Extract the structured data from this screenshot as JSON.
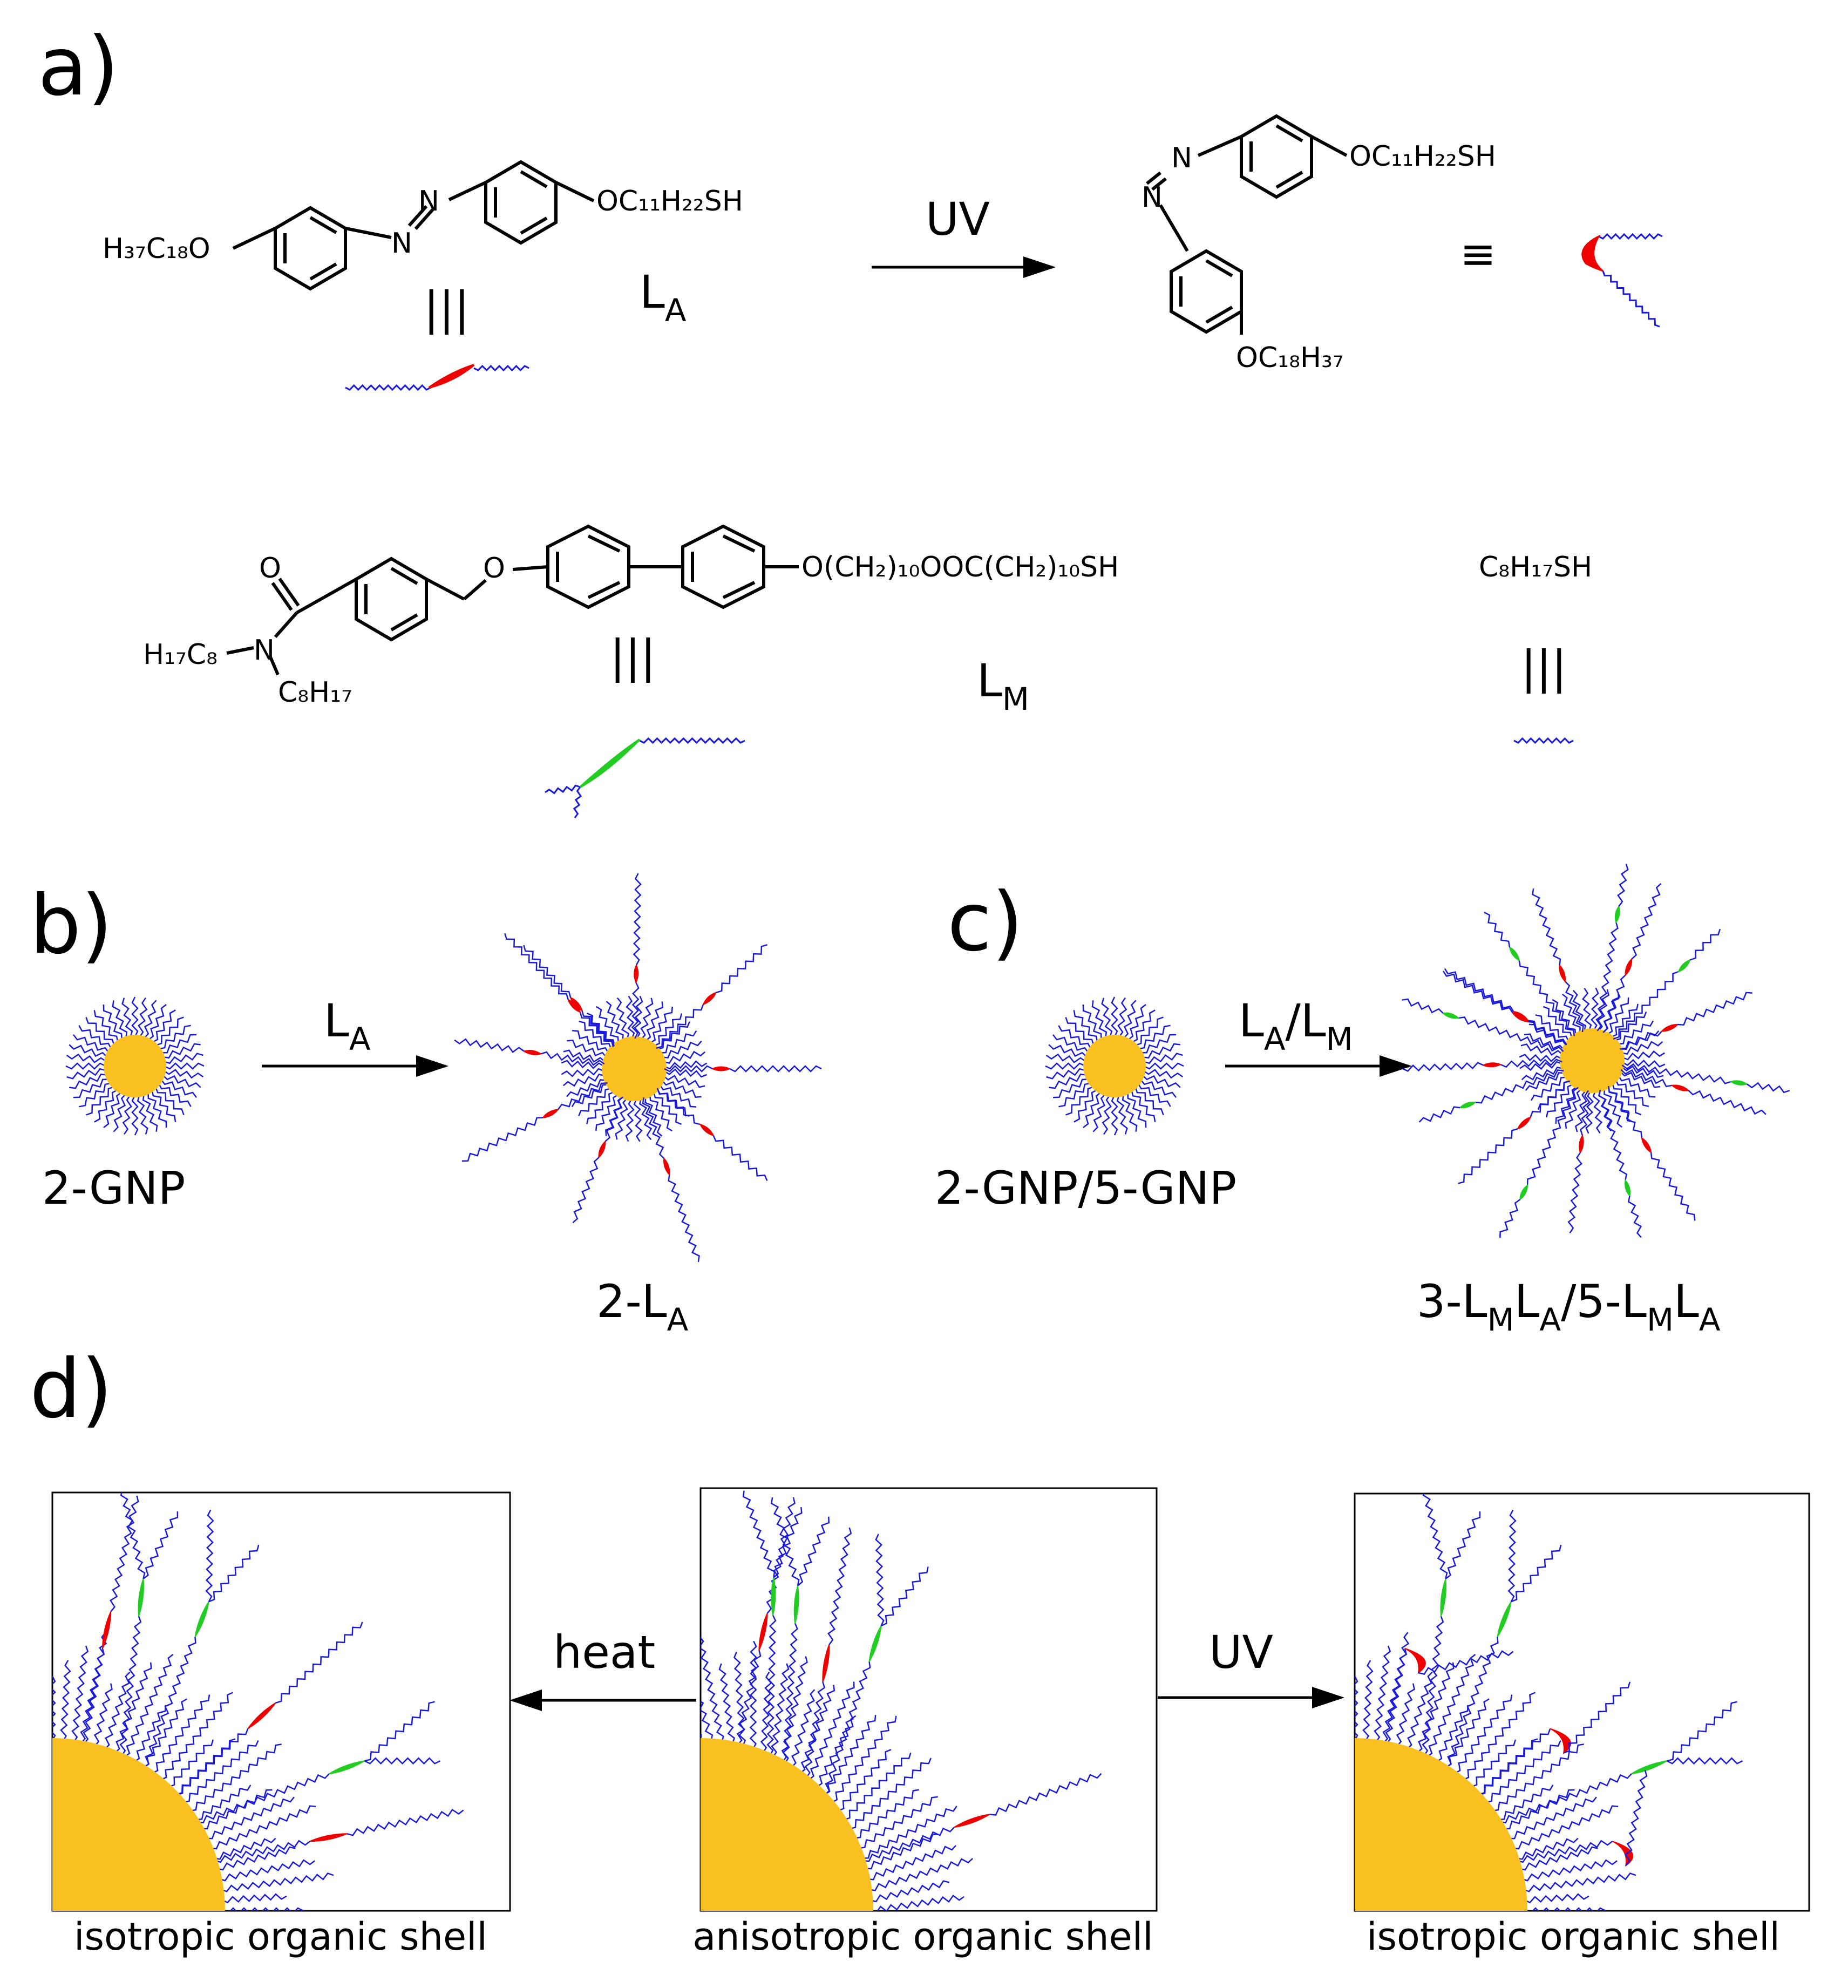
{
  "panels": {
    "a": "a)",
    "b": "b)",
    "c": "c)",
    "d": "d)"
  },
  "colors": {
    "gold": "#f8c121",
    "chain": "#1a1adb",
    "azo": "#ee0000",
    "meso": "#22cc22",
    "stroke": "#000000"
  },
  "panel_a": {
    "la_trans_left": "H₃₇C₁₈O",
    "la_trans_right": "OC₁₁H₂₂SH",
    "n1": "N",
    "n2": "N",
    "equiv": "|||",
    "la_main": "L",
    "la_sub": "A",
    "uv": "UV",
    "cis_right": "OC₁₁H₂₂SH",
    "cis_bottom": "OC₁₈H₃₇",
    "cis_n1": "N",
    "cis_n2": "N",
    "identical": "≡",
    "lm_o": "O",
    "lm_o2": "O",
    "lm_n": "N",
    "lm_left": "H₁₇C₈",
    "lm_down": "C₈H₁₇",
    "lm_right": "O(CH₂)₁₀OOC(CH₂)₁₀SH",
    "lm_main": "L",
    "lm_sub": "M",
    "c8": "C₈H₁₇SH"
  },
  "panel_b": {
    "arrow_main": "L",
    "arrow_sub": "A",
    "left_label": "2-GNP",
    "product_pre": "2-L",
    "product_sub": "A"
  },
  "panel_c": {
    "arrow_1": "L",
    "arrow_1_sub": "A",
    "arrow_sep": "/",
    "arrow_2": "L",
    "arrow_2_sub": "M",
    "left_label": "2-GNP/5-GNP",
    "product": [
      {
        "t": "3-L"
      },
      {
        "t": "M",
        "sub": true
      },
      {
        "t": "L"
      },
      {
        "t": "A",
        "sub": true
      },
      {
        "t": "/5-L"
      },
      {
        "t": "M",
        "sub": true
      },
      {
        "t": "L"
      },
      {
        "t": "A",
        "sub": true
      }
    ]
  },
  "panel_d": {
    "heat": "heat",
    "uv": "UV",
    "captions": [
      "isotropic organic shell",
      "anisotropic organic shell",
      "isotropic organic shell"
    ]
  }
}
